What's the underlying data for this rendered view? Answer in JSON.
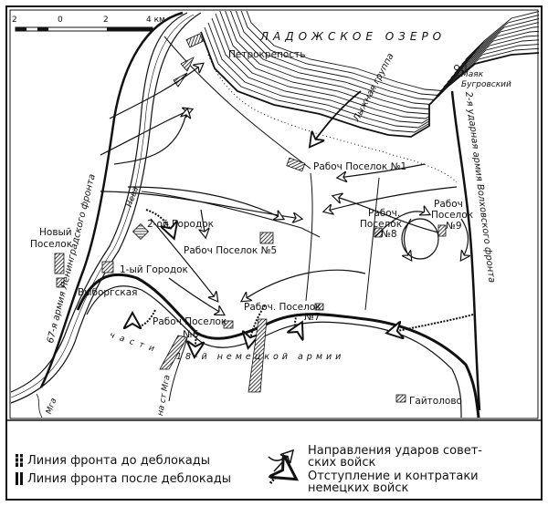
{
  "scale": {
    "ticks": [
      "2",
      "0",
      "2",
      "4 км"
    ]
  },
  "map_labels": {
    "lake": "ЛАДОЖСКОЕ ОЗЕРО",
    "petrokrepost": "Петрокрепость",
    "ski_group": "Лыжная группа",
    "lighthouse_1": "Маяк",
    "lighthouse_2": "Бугровский",
    "army_2": "2-я ударная армия Волховского фронта",
    "settlement_1": "Рабоч Поселок №1",
    "neva": "Нева",
    "army_67": "67-я армия Ленинградского фронта",
    "novy_1": "Новый",
    "novy_2": "Поселок",
    "gorodok_2": "2-ой Городок",
    "settlement_5": "Рабоч Поселок №5",
    "gorodok_1": "1-ый Городок",
    "vyborgskaya": "Выборгская",
    "settlement_6_a": "Рабоч Поселок",
    "settlement_6_b": "№6",
    "settlement_7_a": "Рабоч. Поселок",
    "settlement_7_b": "№7",
    "settlement_8_a": "Рабоч.",
    "settlement_8_b": "Поселок",
    "settlement_8_c": "№8",
    "settlement_9_a": "Рабоч",
    "settlement_9_b": "Поселок",
    "settlement_9_c": "№9",
    "gaitolovo": "Гайтолово",
    "german_1": "части",
    "german_2": "18-й немецкой армии",
    "to_mga": "на ст Мга",
    "mga": "Мга"
  },
  "legend": {
    "front_before": "Линия фронта до деблокады",
    "front_after": "Линия фронта после деблокады",
    "soviet_1": "Направления ударов совет-",
    "soviet_2": "ских войск",
    "german_1": "Отступление и контратаки",
    "german_2": "немецких войск"
  }
}
